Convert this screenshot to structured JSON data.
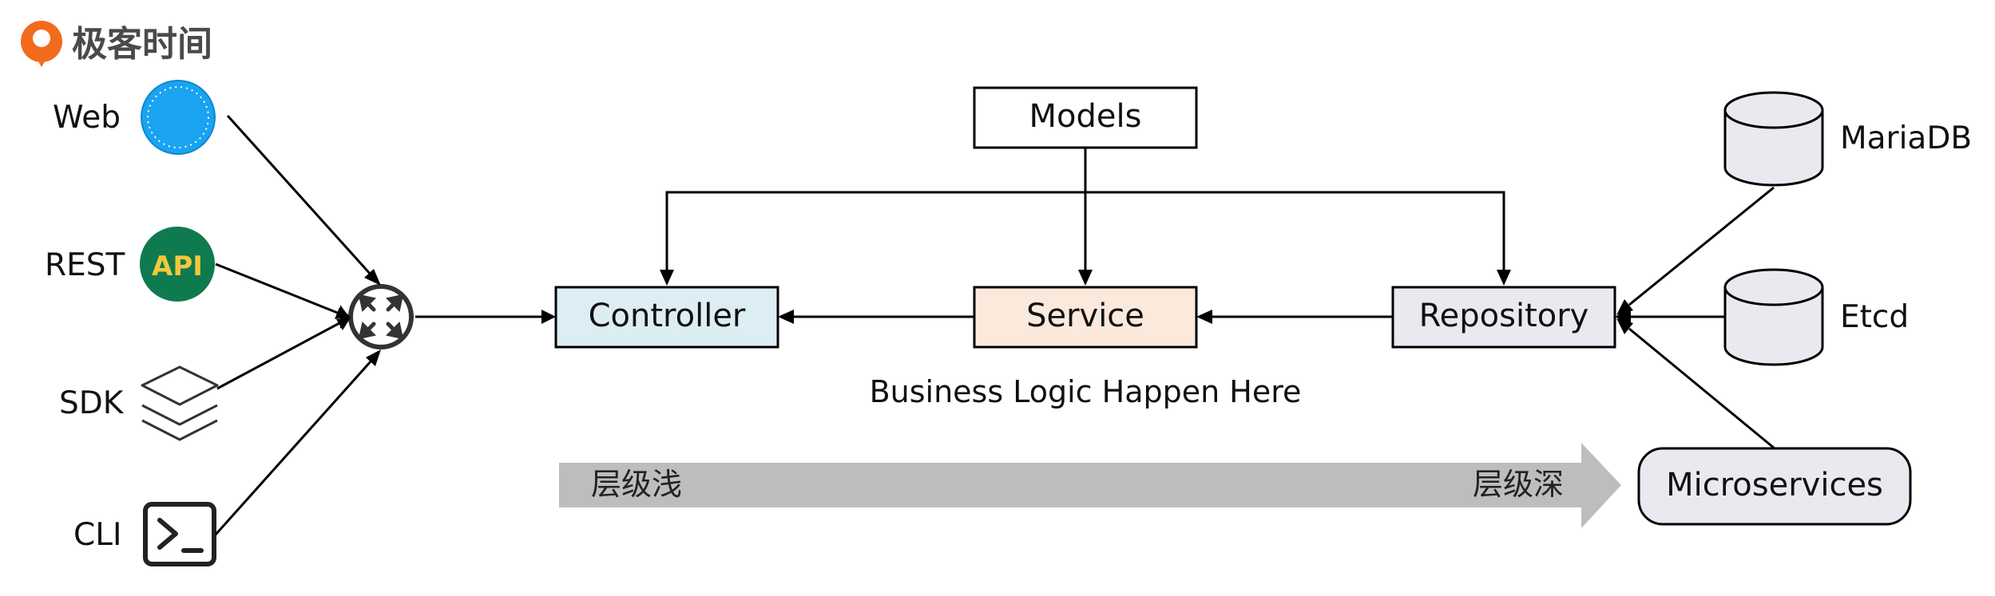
{
  "logo": {
    "text": "极客时间",
    "color": "#f26b1d"
  },
  "clients": [
    {
      "label": "Web",
      "icon": "compass-icon"
    },
    {
      "label": "REST",
      "icon": "api-badge-icon",
      "badge_text": "API"
    },
    {
      "label": "SDK",
      "icon": "layers-icon"
    },
    {
      "label": "CLI",
      "icon": "terminal-icon"
    }
  ],
  "router": {
    "icon": "router-arrows-icon"
  },
  "nodes": {
    "models": {
      "label": "Models"
    },
    "controller": {
      "label": "Controller",
      "fill": "#dcedf3"
    },
    "service": {
      "label": "Service",
      "fill": "#fbe9dc"
    },
    "repository": {
      "label": "Repository",
      "fill": "#ebe9ef"
    },
    "microservices": {
      "label": "Microservices",
      "fill": "#ebe9ef"
    }
  },
  "databases": [
    {
      "label": "MariaDB",
      "icon": "database-icon"
    },
    {
      "label": "Etcd",
      "icon": "database-icon"
    }
  ],
  "caption": "Business Logic Happen Here",
  "depth_arrow": {
    "left": "层级浅",
    "right": "层级深",
    "color": "#bdbdbd"
  },
  "colors": {
    "compass": "#1aa3f0",
    "api_badge": "#0f7a4e",
    "api_text": "#f2c83a"
  }
}
